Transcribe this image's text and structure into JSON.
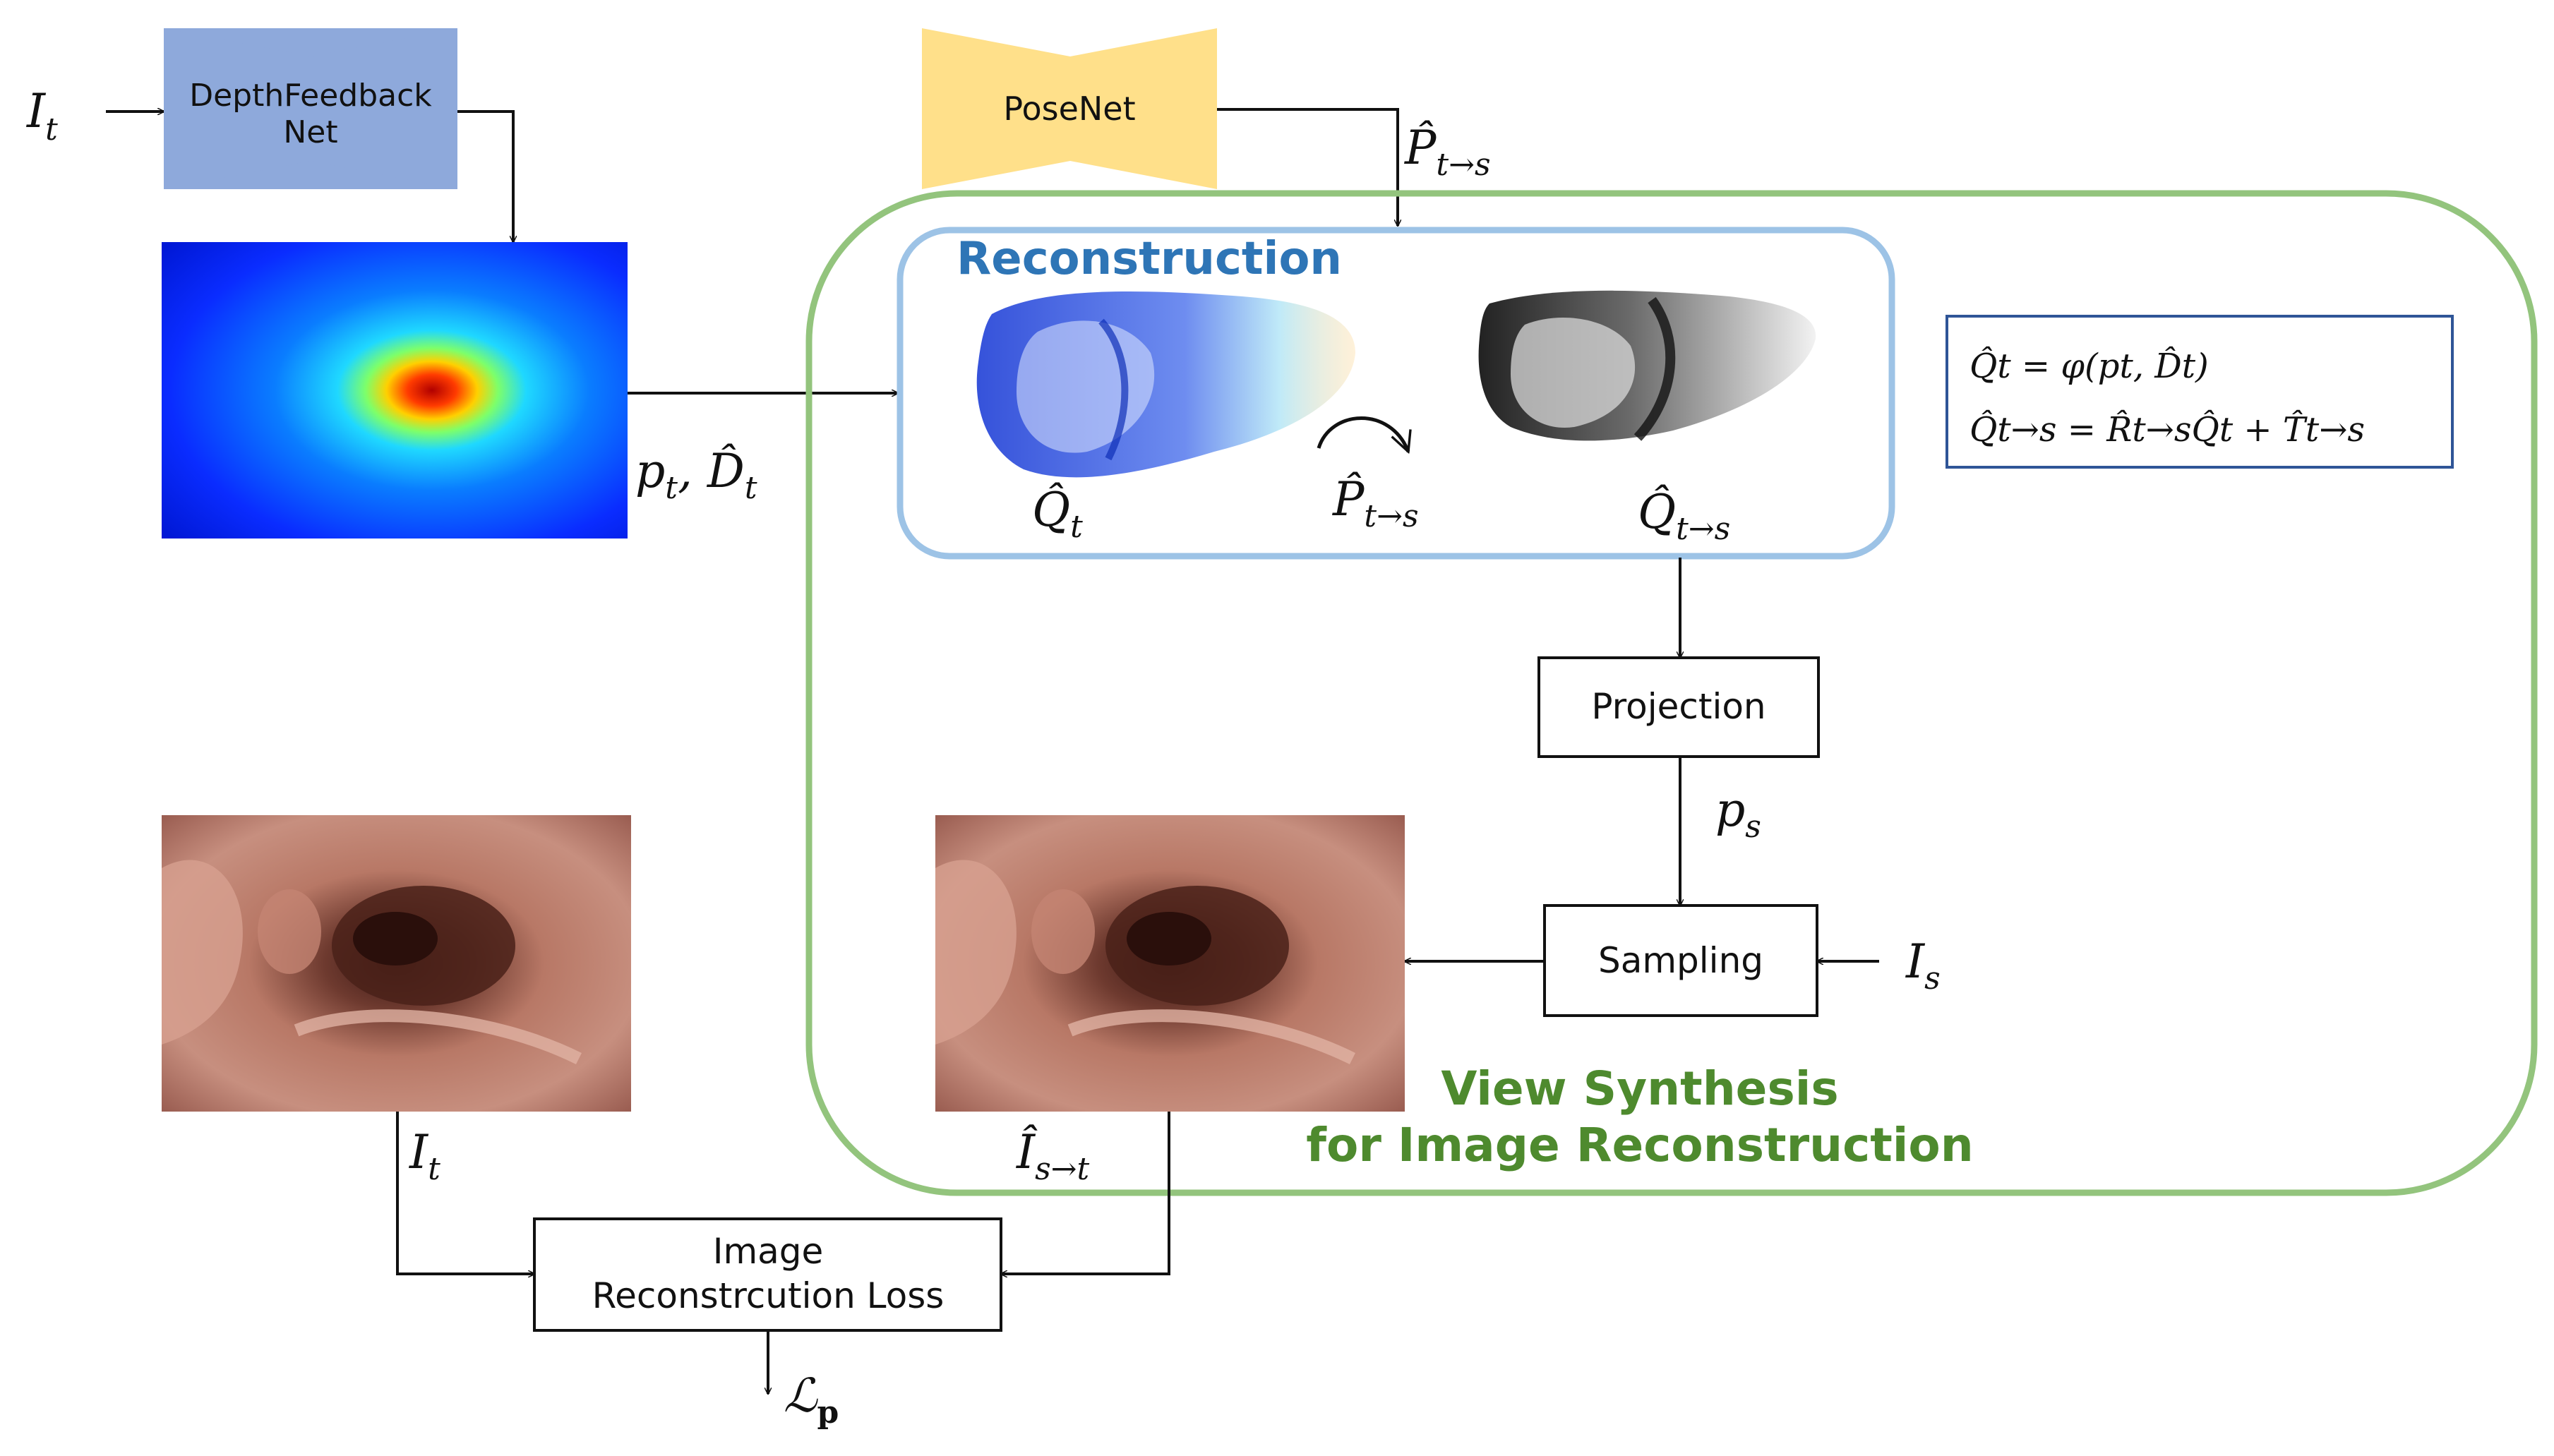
{
  "colors": {
    "depthnet_fill": "#8EA9DB",
    "posenet_fill": "#FFE08A",
    "green_border": "#93C47D",
    "green_text": "#4E8A2E",
    "blue_border": "#9DC3E6",
    "blue_title": "#2E75B6",
    "formula_border": "#2F5597"
  },
  "inputs": {
    "it_top": "I",
    "it_top_sub": "t",
    "is_right": "I",
    "is_right_sub": "s"
  },
  "networks": {
    "depth_line1": "DepthFeedback",
    "depth_line2": "Net",
    "pose": "PoseNet"
  },
  "labels": {
    "pose_out": "P̂",
    "pose_out_sub": "t→s",
    "depth_out_a": "p",
    "depth_out_a_sub": "t",
    "depth_out_sep": ", ",
    "depth_out_b": "D̂",
    "depth_out_b_sub": "t",
    "ps": "p",
    "ps_sub": "s",
    "it_bottom": "I",
    "it_bottom_sub": "t",
    "is_to_t": "Î",
    "is_to_t_sub": "s→t",
    "loss_out": "ℒ",
    "loss_out_sub": "p"
  },
  "reconstruction": {
    "title": "Reconstruction",
    "q_t": "Q̂",
    "q_t_sub": "t",
    "p_ts": "P̂",
    "p_ts_sub": "t→s",
    "q_ts": "Q̂",
    "q_ts_sub": "t→s"
  },
  "formulas": {
    "line1": "Q̂t = φ(pt, D̂t)",
    "line2": "Q̂t→s = R̂t→sQ̂t + T̂t→s"
  },
  "blocks": {
    "projection": "Projection",
    "sampling": "Sampling",
    "loss_line1": "Image",
    "loss_line2": "Reconstrcution Loss"
  },
  "view_synthesis": {
    "line1": "View Synthesis",
    "line2": "for Image Reconstruction"
  }
}
